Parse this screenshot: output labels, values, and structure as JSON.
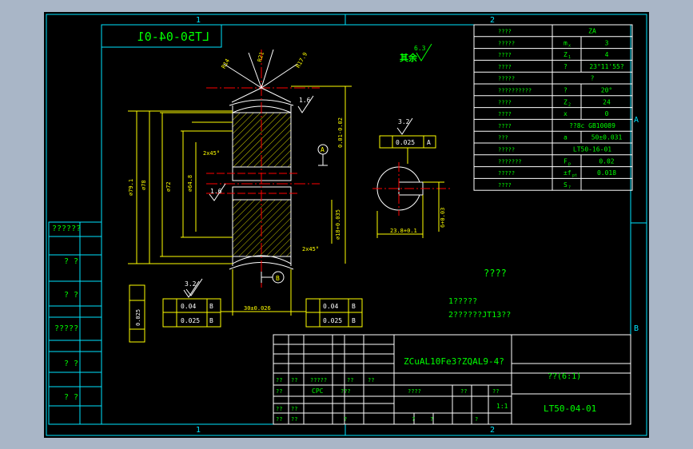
{
  "colors": {
    "bg": "#000000",
    "frame": "#00e5ff",
    "text": "#00ff00",
    "dim": "#ffff00",
    "axis": "#ff0000",
    "body": "#ffffff",
    "hatch": "#ffff00"
  },
  "zones": {
    "top": [
      "1",
      "2"
    ],
    "bottom": [
      "1",
      "2"
    ],
    "right": [
      "A",
      "B"
    ]
  },
  "drawing_number_mirror": "LT50-04-01",
  "params": [
    {
      "label": "????",
      "sym": "",
      "val": "ZA"
    },
    {
      "label": "?????",
      "sym": "m",
      "sub": "x",
      "val": "3"
    },
    {
      "label": "????",
      "sym": "Z",
      "sub": "1",
      "val": "4"
    },
    {
      "label": "????",
      "sym": "?",
      "val": "23°11'55?"
    },
    {
      "label": "?????",
      "sym": "?",
      "val": ""
    },
    {
      "label": "??????????",
      "sym": "?",
      "val": "20°"
    },
    {
      "label": "????",
      "sym": "Z",
      "sub": "2",
      "val": "24"
    },
    {
      "label": "????",
      "sym": "x",
      "val": "0"
    },
    {
      "label": "????",
      "sym": "",
      "val": "??8c GB10089"
    },
    {
      "label": "???",
      "sym": "a",
      "val": "50±0.031"
    },
    {
      "label": "?????",
      "sym": "",
      "val": "LT50-16-01"
    },
    {
      "label": "???????",
      "sym": "F",
      "sub": "p",
      "val": "0.02"
    },
    {
      "label": "?????",
      "sym": "±f",
      "sub": "pt",
      "val": "0.018"
    },
    {
      "label": "????",
      "sym": "S",
      "sub": "?",
      "val": ""
    }
  ],
  "notes": {
    "heading": "????",
    "line1": "1?????",
    "line2": "2??????JT13??"
  },
  "surface_note": {
    "label": "其余",
    "value": "6.3"
  },
  "title_block": {
    "material": "ZCuAL10Fe3?ZQAL9-4?",
    "scale_label": "??(6:1)",
    "drawing_no": "LT50-04-01",
    "row1": [
      "??",
      "??",
      "?????",
      "??",
      "??"
    ],
    "row2": [
      "??",
      "CPC",
      "???",
      "????",
      "??",
      "??"
    ],
    "row3": [
      "??",
      "??",
      "?",
      "?",
      "?",
      "?",
      "1:1"
    ],
    "row4": [
      "??",
      "??"
    ]
  },
  "side_strip": [
    "??????",
    "?  ?",
    "?  ?",
    "?????",
    "?  ?",
    "?  ?"
  ],
  "section_labels": {
    "datum_a": "A",
    "datum_b": "B",
    "tol_sym": "A"
  },
  "dims": {
    "top_angle_1": "R14",
    "top_angle_2": "R21",
    "top_angle_3": "R17.9",
    "rough_top": "1.6",
    "rough_mid": "1.6",
    "rough_hub": "3.2",
    "rough_ff": "3.2",
    "d_outer": "⌀79.1",
    "d_tip": "⌀78",
    "d_ref": "⌀72",
    "d_root": "⌀64.8",
    "chamfer_top": "2x45°",
    "chamfer_bot": "2x45°",
    "bore": "⌀18+0.035",
    "width": "30±0.026",
    "key_width": "23.8+0.1",
    "key_depth": "6+0.03",
    "runout_v": "0.025",
    "parallel_v": "0.01-0.02",
    "fcf1_val": "0.04",
    "fcf1_ref": "B",
    "fcf2_val": "0.025",
    "fcf2_ref": "B",
    "fcf3_val": "0.04",
    "fcf3_ref": "B",
    "fcf4_val": "0.025",
    "fcf4_ref": "B",
    "fcf_key_val": "0.025",
    "fcf_key_ref": "A"
  }
}
